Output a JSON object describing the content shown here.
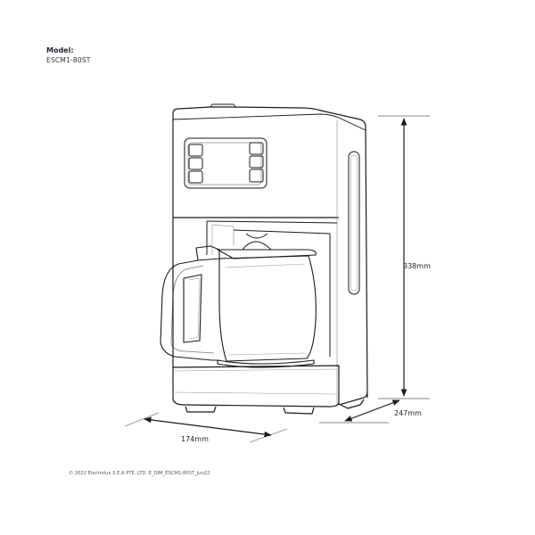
{
  "model": {
    "label": "Model:",
    "value": "ESCM1-80ST"
  },
  "dimensions": {
    "height": "338mm",
    "depth": "247mm",
    "width": "174mm"
  },
  "footer": {
    "copyright": "© 2022 Electrolux S.E.A PTE. LTD. E_DIM_ESCM1-80ST_Jun22"
  },
  "drawing": {
    "subject": "drip coffee maker with glass carafe",
    "stroke_color": "#1a1a1a",
    "guide_color": "#888888"
  }
}
